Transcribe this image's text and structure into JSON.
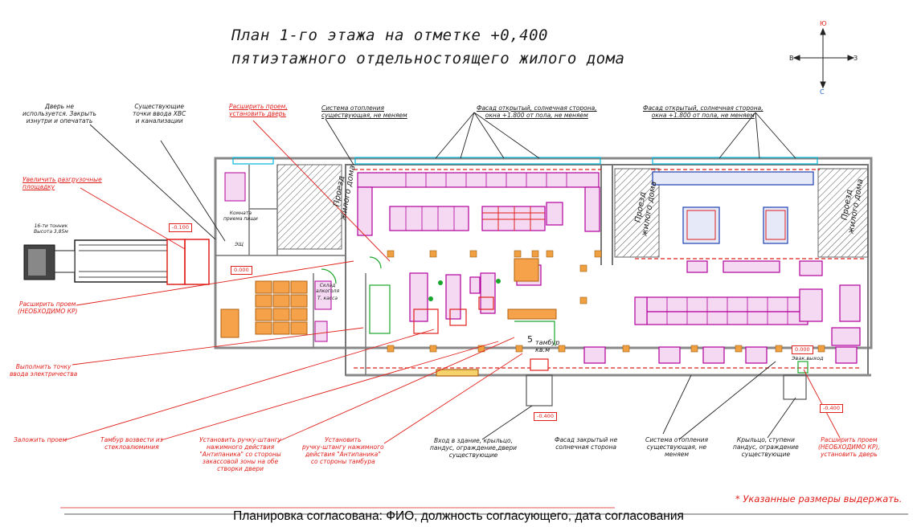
{
  "title": {
    "line1": "План 1-го этажа на отметке +0,400",
    "line2": "пятиэтажного отдельностоящего жилого дома"
  },
  "compass": {
    "north_top": "Ю",
    "west": "В",
    "east": "З",
    "south_bottom": "С"
  },
  "annotations": {
    "door_unused": "Дверь не\nиспользуется. Закрыть\nизнутри и опечатать",
    "existing_water": "Существующие\nточки ввода ХВС\nи канализации",
    "widen_door_top": "Расширить проем,\nустановить дверь",
    "heating_top": "Система отопления\nсуществующая, не меняем",
    "facade_open_1": "Фасад открытый, солнечная сторона,\nокна +1.800 от пола, не меняем",
    "facade_open_2": "Фасад открытый, солнечная сторона,\nокна +1.800 от пола, не меняем",
    "enlarge_unload": "Увеличить разгрузочные\nплощадку",
    "widen_opening_kr": "Расширить проем\n(НЕОБХОДИМО КР)",
    "electric_point": "Выполнить точку\nввода электричества",
    "close_opening": "Заложить проем",
    "vestibule_glass": "Тамбур возвести из\nстеклоалюминия",
    "antipanic_1": "Установить ручку-штангу\nнажимного действия\n\"Антипаника\" со стороны\nзакассовой зоны на обе\nстворки двери",
    "antipanic_2": "Установить\nручку-штангу нажимного\nдействия \"Антипаника\"\nсо стороны тамбура",
    "entrance": "Вход в здание, крыльцо,\nпандус, ограждение,двери\nсуществующие",
    "facade_closed": "Фасад закрытый не\nсолнечная сторона",
    "heating_bottom": "Система отопления\nсуществующая, не\nменяем",
    "porch": "Крыльцо, ступени\nпандус, ограждение\nсуществующие",
    "widen_opening_right": "Расширить проем\n(НЕОБХОДИМО КР),\nустановить дверь"
  },
  "plan_labels": {
    "driveway_left": "Проезд\nжилого дома",
    "driveway_mid": "Проезд\nжилого дома",
    "driveway_right": "Проезд\nжилого дома",
    "truck_note": "16-ти тонник\nВысота 3,85м",
    "reception_room": "Комната\nприема пищи",
    "shield": "ЭЩ",
    "vestibule": "тамбур\nкв.м",
    "vestibule_num": "5",
    "emergency_exit": "Эвак.выход",
    "storage_room": "Склад\nалкоголя",
    "cash_room": "Т. касса",
    "levels": [
      "-0.100",
      "0.000",
      "-0.400",
      "-0.400",
      "0.000"
    ]
  },
  "note_dims": "* Указанные размеры выдержать.",
  "footer": "Планировка согласована: ФИО, должность согласующего, дата согласования",
  "colors": {
    "red": "#e0201b",
    "magenta": "#b0009c",
    "cyan": "#00b8d8",
    "blue": "#1f5fd6",
    "orange": "#f0a040",
    "green": "#1aa62a"
  }
}
